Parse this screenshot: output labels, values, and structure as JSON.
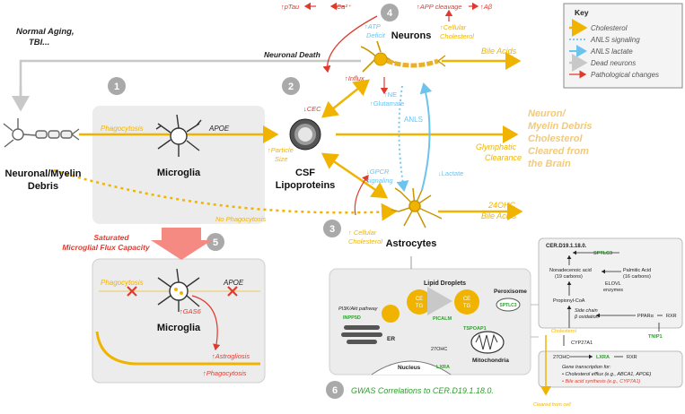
{
  "colors": {
    "cholesterol": "#f0b400",
    "anls_signaling": "#7fc8ec",
    "anls_lactate": "#6cc3ee",
    "dead_neurons": "#c8c8c8",
    "pathological": "#e03a2f",
    "gene_green": "#2ca02c",
    "panel_gray": "#ececec"
  },
  "key": {
    "title": "Key",
    "items": [
      "Cholesterol",
      "ANLS signaling",
      "ANLS lactate",
      "Dead neurons",
      "Pathological changes"
    ]
  },
  "top": {
    "normal_aging": "Normal Aging,",
    "tbi": "TBI...",
    "ptau": "↑pTau",
    "ca": "↑Ca²⁺",
    "neuronal_death": "Neuronal Death",
    "app_cleavage": "↑APP cleavage",
    "abeta": "↑Aβ",
    "atp_deficit_1": "↑ATP",
    "atp_deficit_2": "Deficit",
    "cellular_chol_1": "↑Cellular",
    "cellular_chol_2": "Cholesterol"
  },
  "nodes": {
    "debris_1": "Neuronal/Myelin",
    "debris_2": "Debris",
    "microglia": "Microglia",
    "csf_1": "CSF",
    "csf_2": "Lipoproteins",
    "neurons": "Neurons",
    "astrocytes": "Astrocytes"
  },
  "steps": [
    "1",
    "2",
    "3",
    "4",
    "5",
    "6"
  ],
  "labels": {
    "phagocytosis": "Phagocytosis",
    "apoe": "APOE",
    "no_phagocytosis": "No Phagocytosis",
    "cec": "↓CEC",
    "particle_1": "↑Particle",
    "particle_2": "Size",
    "influx": "↑Influx",
    "ne": "↑NE",
    "glutamate": "↑Glutamate",
    "anls": "ANLS",
    "lactate": "↓Lactate",
    "gpcr_1": "↓GPCR",
    "gpcr_2": "signaling",
    "astro_chol_1": "↑ Cellular",
    "astro_chol_2": "Cholesterol",
    "bile_acids": "Bile Acids",
    "glymphatic_1": "Glymphatic",
    "glymphatic_2": "Clearance",
    "cleared_1": "Neuron/",
    "cleared_2": "Myelin Debris",
    "cleared_3": "Cholesterol",
    "cleared_4": "Cleared from",
    "cleared_5": "the Brain",
    "ohc_1": "24OHC",
    "ohc_2": "Bile Acids"
  },
  "saturated": {
    "line1": "Saturated",
    "line2": "Microglial Flux Capacity"
  },
  "panel5": {
    "phagocytosis": "Phagocytosis",
    "apoe": "APOE",
    "microglia": "Microglia",
    "gas6": "↑GAS6",
    "astrogliosis": "↑Astrogliosis",
    "phagocytosis_up": "↑Phagocytosis"
  },
  "cell_panel": {
    "lipid_droplets": "Lipid Droplets",
    "ce": "CE",
    "tg": "TG",
    "pi3k": "PI3K/Akt pathway",
    "inpp5d": "INPP5D",
    "picalm": "PICALM",
    "tspoap1": "TSPOAP1",
    "er": "ER",
    "peroxisome": "Peroxisome",
    "sptlc3": "SPTLC3",
    "ohc27": "27OHC",
    "nucleus": "Nucleus",
    "lxra": "LXRA",
    "mitochondria": "Mitochondria"
  },
  "pathway": {
    "title": "CER.D19.1.18.0.",
    "sptlc3": "SPTLC3",
    "nonadecenoic_1": "Nonadecenoic acid",
    "nonadecenoic_2": "(19 carbons)",
    "palmitic_1": "Palmitic Acid",
    "palmitic_2": "(16 carbons)",
    "elovl_1": "ELOVL",
    "elovl_2": "enzymes",
    "propionyl": "Propionyl-CoA",
    "side_chain_1": "Side chain",
    "side_chain_2": "β oxidation",
    "pparа": "PPARα",
    "rxr": "RXR",
    "tnip1": "TNIP1",
    "cholesterol": "Cholesterol",
    "cyp27a1": "CYP27A1",
    "ohc27": "27OHC",
    "lxra": "LXRA",
    "rxr2": "RXR",
    "gene_tx": "Gene transcription for:",
    "efflux": "• Cholesterol efflux (e.g., ABCA1, APOE)",
    "bile_synth": "• Bile acid synthesis (e.g., CYP7A1)",
    "cleared": "Cleared from cell"
  },
  "gwas": "GWAS Correlations to CER.D19.1.18.0."
}
